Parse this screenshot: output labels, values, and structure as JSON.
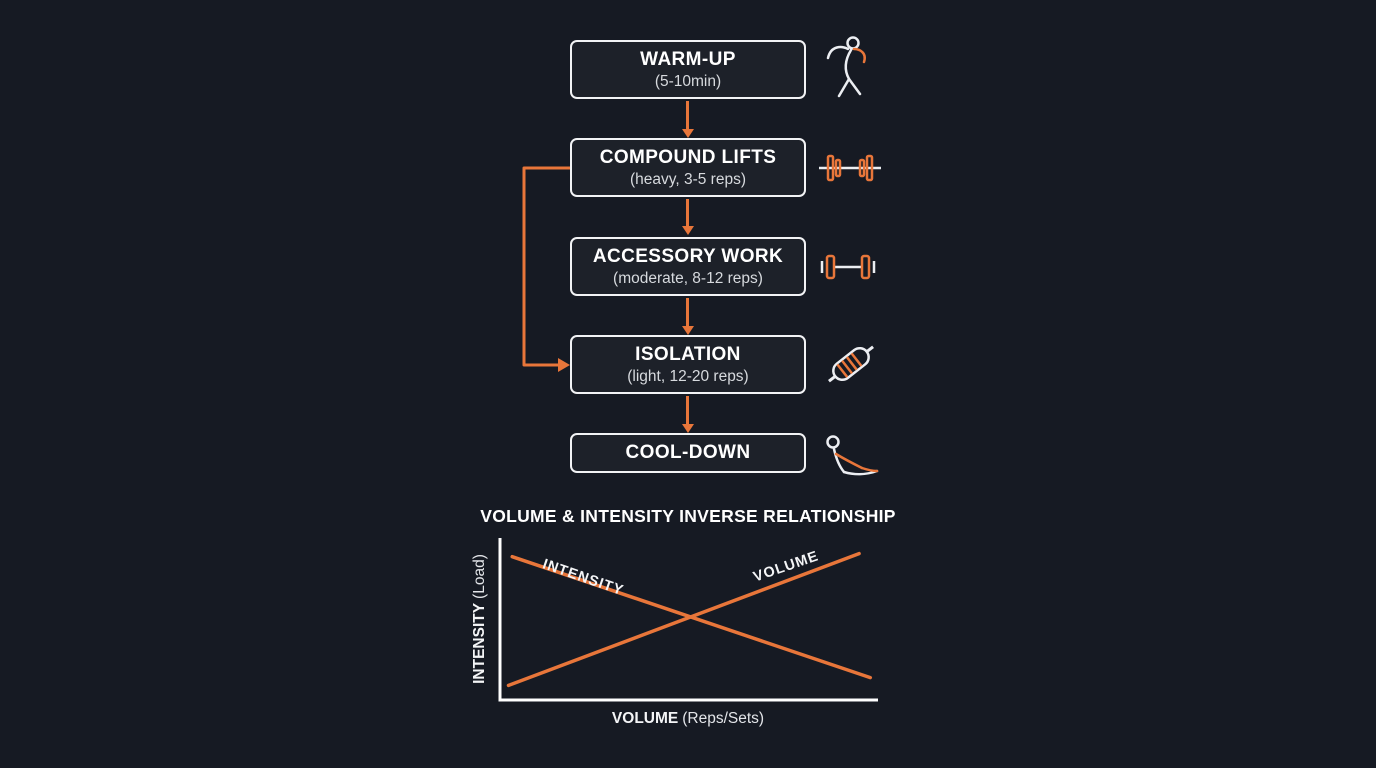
{
  "meta": {
    "background_color": "#161a23",
    "accent_color": "#e8763a",
    "box_border_color": "#f2f3f5",
    "text_color": "#ffffff"
  },
  "flowchart": {
    "steps": [
      {
        "title": "WARM-UP",
        "subtitle": "(5-10min)",
        "icon": "stretching-person"
      },
      {
        "title": "COMPOUND LIFTS",
        "subtitle": "(heavy, 3-5 reps)",
        "icon": "barbell"
      },
      {
        "title": "ACCESSORY WORK",
        "subtitle": "(moderate, 8-12 reps)",
        "icon": "dumbbell"
      },
      {
        "title": "ISOLATION",
        "subtitle": "(light, 12-20 reps)",
        "icon": "resistance-band"
      },
      {
        "title": "COOL-DOWN",
        "subtitle": "",
        "icon": "seated-stretch"
      }
    ],
    "skip_connection": {
      "from": "COMPOUND LIFTS",
      "to": "ISOLATION"
    }
  },
  "chart_data": {
    "type": "line",
    "title": "VOLUME & INTENSITY INVERSE RELATIONSHIP",
    "xlabel": "VOLUME (Reps/Sets)",
    "xlabel_bold": "VOLUME",
    "xlabel_units": "(Reps/Sets)",
    "ylabel": "INTENSITY (Load)",
    "ylabel_bold": "INTENSITY",
    "ylabel_units": "(Load)",
    "x_range": [
      0,
      1
    ],
    "y_range": [
      0,
      1
    ],
    "grid": false,
    "ticks": "none",
    "legend": "inline-rotated-labels",
    "line_color": "#e8763a",
    "axis_color": "#ffffff",
    "series": [
      {
        "name": "INTENSITY",
        "trend": "decreasing",
        "points": [
          [
            0.03,
            0.9
          ],
          [
            0.99,
            0.13
          ]
        ]
      },
      {
        "name": "VOLUME",
        "trend": "increasing",
        "points": [
          [
            0.02,
            0.08
          ],
          [
            0.96,
            0.92
          ]
        ]
      }
    ]
  }
}
